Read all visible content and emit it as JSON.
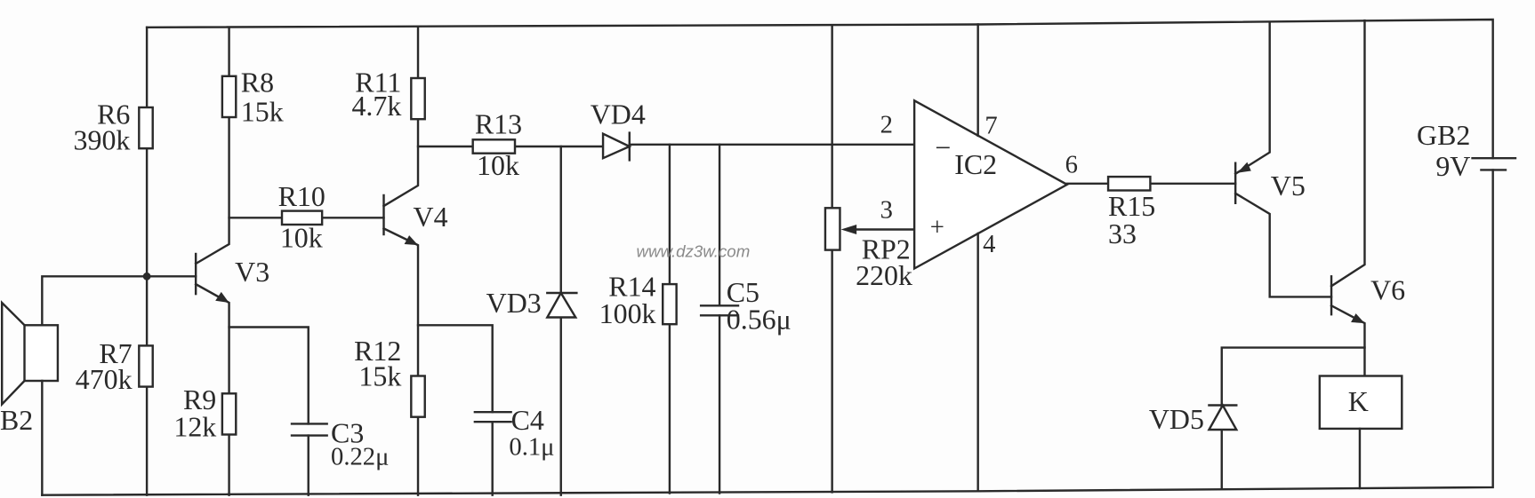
{
  "title": "Sound-activated relay circuit",
  "components": {
    "B2": {
      "ref": "B2"
    },
    "R6": {
      "ref": "R6",
      "value": "390k"
    },
    "R7": {
      "ref": "R7",
      "value": "470k"
    },
    "R8": {
      "ref": "R8",
      "value": "15k"
    },
    "R9": {
      "ref": "R9",
      "value": "12k"
    },
    "R10": {
      "ref": "R10",
      "value": "10k"
    },
    "R11": {
      "ref": "R11",
      "value": "4.7k"
    },
    "R12": {
      "ref": "R12",
      "value": "15k"
    },
    "R13": {
      "ref": "R13",
      "value": "10k"
    },
    "R14": {
      "ref": "R14",
      "value": "100k"
    },
    "R15": {
      "ref": "R15",
      "value": "33"
    },
    "C3": {
      "ref": "C3",
      "value": "0.22μ"
    },
    "C4": {
      "ref": "C4",
      "value": "0.1μ"
    },
    "C5": {
      "ref": "C5",
      "value": "0.56μ"
    },
    "V3": {
      "ref": "V3"
    },
    "V4": {
      "ref": "V4"
    },
    "V5": {
      "ref": "V5"
    },
    "V6": {
      "ref": "V6"
    },
    "VD3": {
      "ref": "VD3"
    },
    "VD4": {
      "ref": "VD4"
    },
    "VD5": {
      "ref": "VD5"
    },
    "RP2": {
      "ref": "RP2",
      "value": "220k"
    },
    "IC2": {
      "ref": "IC2",
      "pins": {
        "inv": "2",
        "noninv": "3",
        "out": "6",
        "vcc": "7",
        "gnd": "4"
      },
      "minus": "−",
      "plus": "+"
    },
    "K": {
      "ref": "K"
    },
    "GB2": {
      "ref": "GB2",
      "value": "9V"
    }
  },
  "watermark": "www.dz3w.com"
}
